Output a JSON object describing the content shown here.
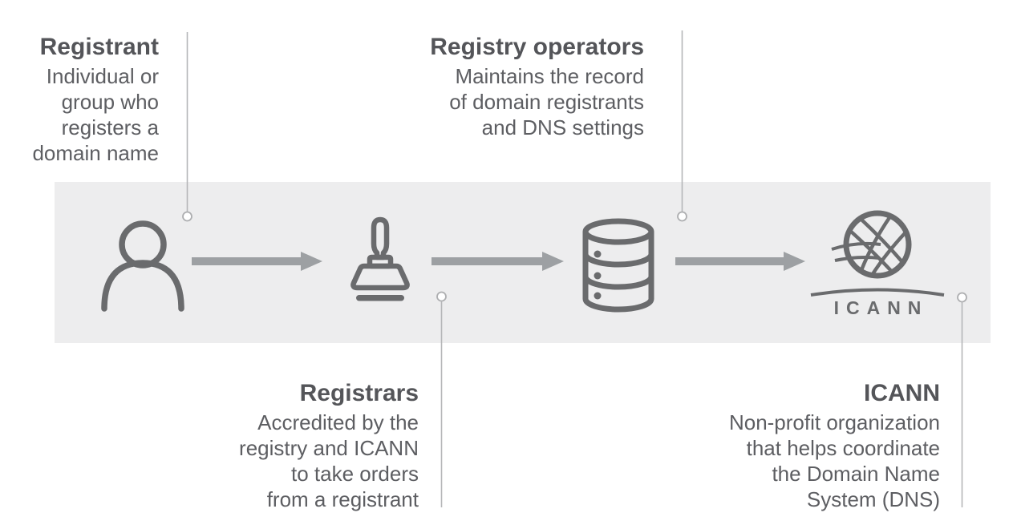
{
  "diagram": {
    "description": "Domain name registration flow",
    "colors": {
      "band_background": "#EDEDEE",
      "icon_gray": "#6A6B6D",
      "arrow_gray": "#9DA0A3",
      "connector_gray": "#B5B6B8",
      "title_text": "#545559",
      "body_text": "#5D5E62"
    },
    "icons": [
      "person-icon",
      "stamp-icon",
      "database-icon",
      "icann-logo"
    ]
  },
  "nodes": [
    {
      "id": "registrant",
      "title": "Registrant",
      "lines": [
        "Individual or",
        "group who",
        "registers a",
        "domain name"
      ]
    },
    {
      "id": "registrars",
      "title": "Registrars",
      "lines": [
        "Accredited by the",
        "registry and ICANN",
        "to take orders",
        "from a registrant"
      ]
    },
    {
      "id": "registry-operators",
      "title": "Registry operators",
      "lines": [
        "Maintains the record",
        "of domain registrants",
        "and DNS settings"
      ]
    },
    {
      "id": "icann",
      "title": "ICANN",
      "lines": [
        "Non-profit organization",
        "that helps coordinate",
        "the Domain Name",
        "System (DNS)"
      ]
    }
  ],
  "icann_logo": {
    "text": "ICANN"
  }
}
